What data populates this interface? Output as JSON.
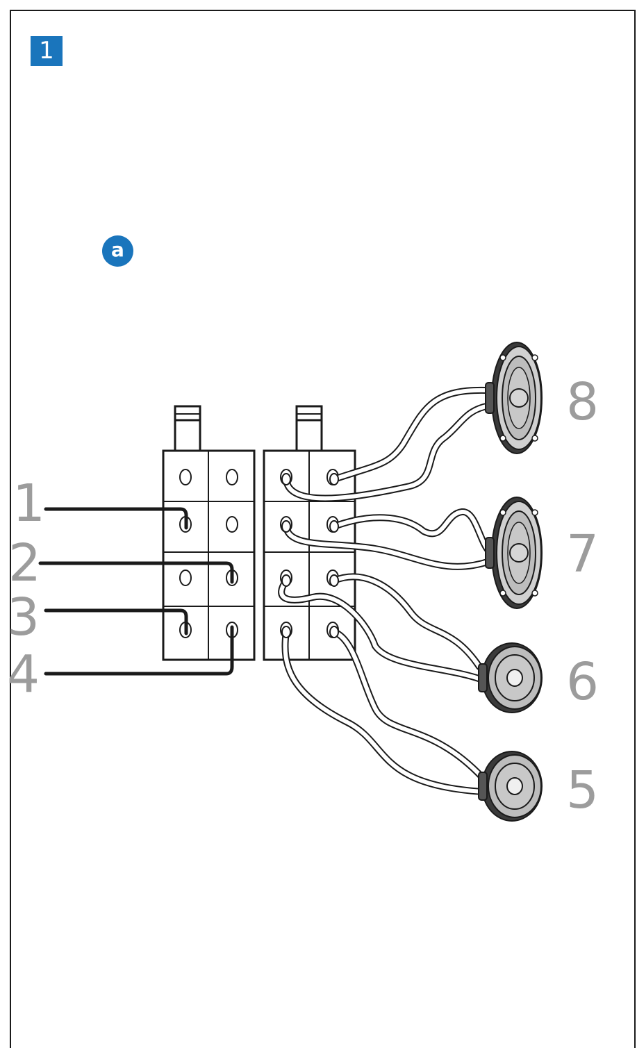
{
  "step": "1",
  "substep": "a",
  "colors": {
    "accent": "#1a75bc",
    "callout": "#9c9c9c",
    "line": "#1a1a1a",
    "speaker_fill": "#c8c8c8"
  },
  "callouts": {
    "c1": "1",
    "c2": "2",
    "c3": "3",
    "c4": "4",
    "c5": "5",
    "c6": "6",
    "c7": "7",
    "c8": "8"
  },
  "icons": [
    "terminal-block-icon",
    "speaker-icon",
    "wire-icon"
  ]
}
